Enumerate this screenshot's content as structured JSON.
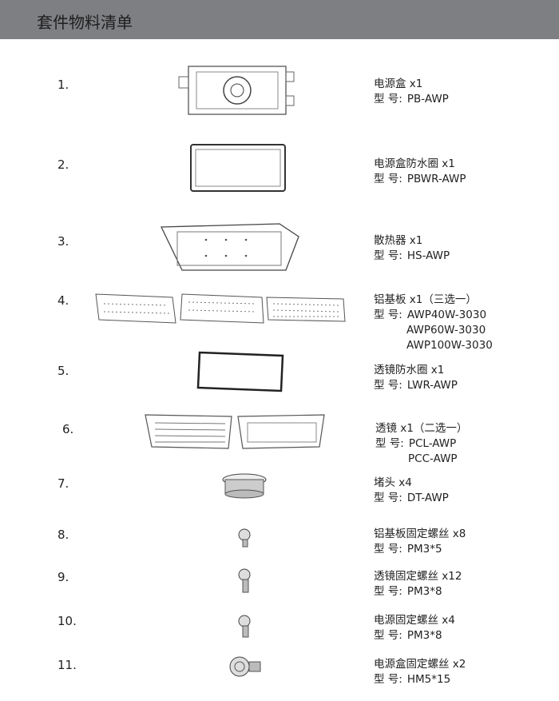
{
  "header": {
    "title": "套件物料清单"
  },
  "model_prefix": "型 号:",
  "items": [
    {
      "num": "1.",
      "name": "电源盒 x1",
      "models": [
        "PB-AWP"
      ]
    },
    {
      "num": "2.",
      "name": "电源盒防水圈 x1",
      "models": [
        "PBWR-AWP"
      ]
    },
    {
      "num": "3.",
      "name": "散热器 x1",
      "models": [
        "HS-AWP"
      ]
    },
    {
      "num": "4.",
      "name": "铝基板 x1（三选一）",
      "models": [
        "AWP40W-3030",
        "AWP60W-3030",
        "AWP100W-3030"
      ]
    },
    {
      "num": "5.",
      "name": "透镜防水圈 x1",
      "models": [
        "LWR-AWP"
      ]
    },
    {
      "num": "6.",
      "name": "透镜 x1（二选一）",
      "models": [
        "PCL-AWP",
        "PCC-AWP"
      ]
    },
    {
      "num": "7.",
      "name": "堵头 x4",
      "models": [
        "DT-AWP"
      ]
    },
    {
      "num": "8.",
      "name": "铝基板固定螺丝 x8",
      "models": [
        "PM3*5"
      ]
    },
    {
      "num": "9.",
      "name": "透镜固定螺丝 x12",
      "models": [
        "PM3*8"
      ]
    },
    {
      "num": "10.",
      "name": "电源固定螺丝 x4",
      "models": [
        "PM3*8"
      ]
    },
    {
      "num": "11.",
      "name": "电源盒固定螺丝 x2",
      "models": [
        "HM5*15"
      ]
    }
  ]
}
